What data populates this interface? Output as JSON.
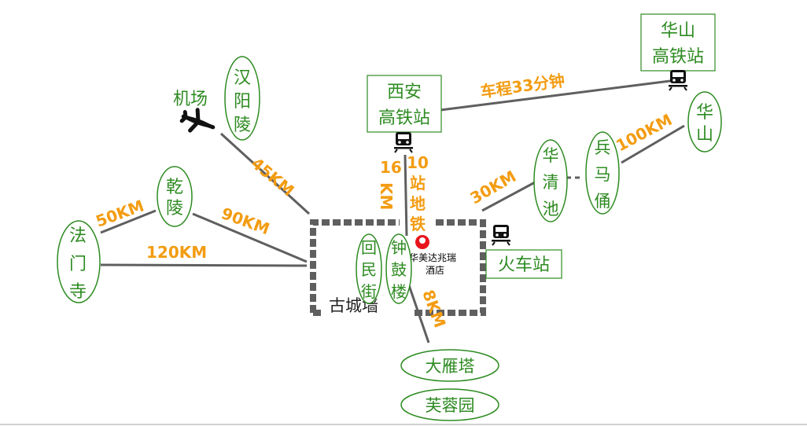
{
  "places": {
    "hanyangling": "汉阳陵",
    "airport": "机场",
    "qianling": "乾陵",
    "famensi": "法门寺",
    "xian_hsr": [
      "西安",
      "高铁站"
    ],
    "huashan_hsr": [
      "华山",
      "高铁站"
    ],
    "huashan": "华山",
    "huaqingchi": "华清池",
    "bingmayong": "兵马俑",
    "train_station": "火车站",
    "huiminjie": "回民街",
    "zhongloulou": "钟鼓楼",
    "old_city_wall": "古城墙",
    "dayanta": "大雁塔",
    "furongyuan": "芙蓉园",
    "hotel": [
      "华美达兆瑞",
      "酒店"
    ]
  },
  "distances": {
    "hanyangling": "45KM",
    "qianling_left": "50KM",
    "qianling_right": "90KM",
    "famensi": "120KM",
    "hsr_ride": "车程33分钟",
    "xian_hsr_km": "16KM",
    "metro": "10站地铁",
    "huaqingchi": "30KM",
    "huashan": "100KM",
    "dayanta": "8KM"
  },
  "icons": {
    "airport": "airplane-icon",
    "xian_hsr": "train-icon",
    "huashan_hsr": "train-icon",
    "train_station": "train-icon",
    "hotel": "location-pin-icon"
  },
  "colors": {
    "label_green": "#2e8b22",
    "distance_orange": "#f39c12",
    "road_gray": "#5f5f5f",
    "pin_red": "#e8141c"
  }
}
